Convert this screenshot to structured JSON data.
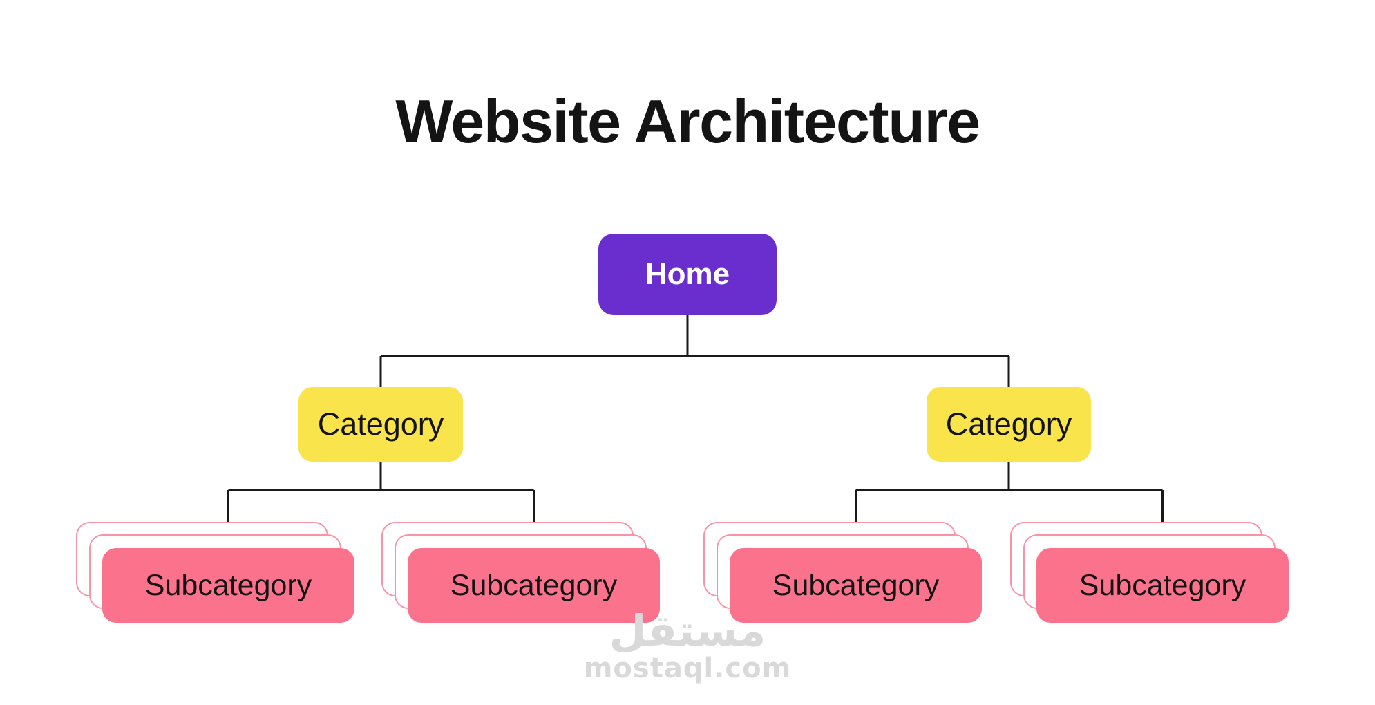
{
  "title": "Website Architecture",
  "nodes": {
    "home": {
      "label": "Home"
    },
    "categories": [
      {
        "label": "Category"
      },
      {
        "label": "Category"
      }
    ],
    "subcategories": [
      {
        "label": "Subcategory"
      },
      {
        "label": "Subcategory"
      },
      {
        "label": "Subcategory"
      },
      {
        "label": "Subcategory"
      }
    ]
  },
  "watermark": {
    "logo_text": "مستقل",
    "domain": "mostaql.com"
  },
  "colors": {
    "home_fill": "#6A2ECF",
    "home_text": "#FFFFFF",
    "category_fill": "#FAE44B",
    "subcategory_fill": "#FA728C",
    "subcategory_outline": "#FD92A6",
    "connector": "#1A1A1A",
    "node_text": "#141414",
    "title_text": "#141414",
    "watermark_text": "#D9D9D9",
    "background": "#FFFFFF"
  }
}
